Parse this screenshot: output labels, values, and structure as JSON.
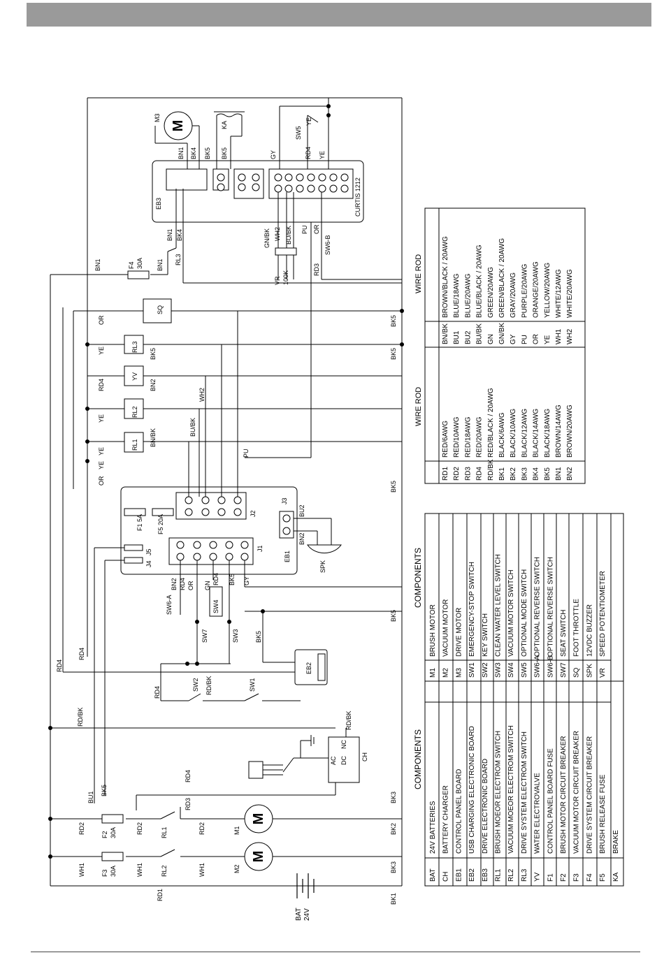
{
  "labels": {
    "bat": "BAT",
    "bat_voltage": "24V",
    "m1": "M1",
    "m2": "M2",
    "m3": "M3",
    "eb1": "EB1",
    "eb2": "EB2",
    "eb3": "EB3",
    "j1": "J1",
    "j2": "J2",
    "j3": "J3",
    "j4": "J4",
    "j5": "J5",
    "f1": "F1 5A",
    "f5": "F5 20A",
    "f2": "F2",
    "f2_rating": "30A",
    "f3": "F3",
    "f3_rating": "30A",
    "f4": "F4",
    "f4_rating": "30A",
    "ch": "CH",
    "ac": "AC",
    "dc": "DC",
    "nc": "NC",
    "rl1": "RL1",
    "rl2": "RL2",
    "rl3": "RL3",
    "yv": "YV",
    "sq": "SQ",
    "ka": "KA",
    "spk": "SPK",
    "sw1": "SW1",
    "sw2": "SW2",
    "sw3": "SW3",
    "sw4": "SW4",
    "sw5": "SW5",
    "sw6a": "SW6-A",
    "sw6b": "SW6-B",
    "sw7": "SW7",
    "vr": "VR",
    "vr_value": "100K",
    "curtis": "CURTIS 1212",
    "motor_symbol": "M"
  },
  "wires": {
    "rd1": "RD1",
    "rd2": "RD2",
    "rd3": "RD3",
    "rd4": "RD4",
    "rdbk": "RD/BK",
    "bk1": "BK1",
    "bk2": "BK2",
    "bk3": "BK3",
    "bk4": "BK4",
    "bk5": "BK5",
    "bu1": "BU1",
    "bu2": "BU2",
    "bubk": "BU/BK",
    "bn1": "BN1",
    "bn2": "BN2",
    "bnbk": "BN/BK",
    "wh1": "WH1",
    "wh2": "WH2",
    "ye": "YE",
    "or": "OR",
    "gy": "GY",
    "pu": "PU",
    "gn": "GN",
    "gnbk": "GN/BK"
  },
  "components_table": {
    "title": "COMPONENTS",
    "rows": [
      [
        "BAT",
        "24V BATTERIES"
      ],
      [
        "CH",
        "BATTERY CHARGER"
      ],
      [
        "EB1",
        "CONTROL PANEL BOARD"
      ],
      [
        "EB2",
        "USB CHARGING ELECTRONIC BOARD"
      ],
      [
        "EB3",
        "DRIVE ELECTRONIC BOARD"
      ],
      [
        "RL1",
        "BRUSH MOEOR ELECTROM SWITCH"
      ],
      [
        "RL2",
        "VACUUM MOEOR ELECTROM SWITCH"
      ],
      [
        "RL3",
        "DRIVE SYSTEM ELECTROM SWITCH"
      ],
      [
        "YV",
        "WATER ELECTROVALVE"
      ],
      [
        "F1",
        "CONTROL PANEL BOARD  FUSE"
      ],
      [
        "F2",
        "BRUSH MOTOR CIRCUIT BREAKER"
      ],
      [
        "F3",
        "VACUUM MOTOR CIRCUIT BREAKER"
      ],
      [
        "F4",
        "DRIVE SYSTEM CIRCUIT BREAKER"
      ],
      [
        "F5",
        "BRUSH RELEASE FUSE"
      ],
      [
        "KA",
        "BRAKE"
      ]
    ]
  },
  "components_table_2": {
    "title": "COMPONENTS",
    "rows": [
      [
        "M1",
        "BRUSH MOTOR"
      ],
      [
        "M2",
        "VACUUM MOTOR"
      ],
      [
        "M3",
        "DRIVE MOTOR"
      ],
      [
        "SW1",
        "EMERGENCY-STOP SWITCH"
      ],
      [
        "SW2",
        "KEY SWITCH"
      ],
      [
        "SW3",
        "CLEAN WATER LEVEL SWITCH"
      ],
      [
        "SW4",
        "VACUUM MOTOR SWITCH"
      ],
      [
        "SW5",
        "OPTIONAL MODE SWITCH"
      ],
      [
        "SW6-A",
        "OPTIONAL REVERSE SWITCH"
      ],
      [
        "SW6-B",
        "OPTIONAL REVERSE SWITCH"
      ],
      [
        "SW7",
        "SEAT SWITCH"
      ],
      [
        "SQ",
        "FOOT THROTTLE"
      ],
      [
        "SPK",
        "12VDC BUZZER"
      ],
      [
        "VR",
        "SPEED POTENTIOMETER"
      ]
    ]
  },
  "wire_table": {
    "title": "WIRE ROD",
    "rows": [
      [
        "RD1",
        "RED/6AWG"
      ],
      [
        "RD2",
        "RED/10AWG"
      ],
      [
        "RD3",
        "RED/18AWG"
      ],
      [
        "RD4",
        "RED/20AWG"
      ],
      [
        "RD/BK",
        "RED/BLACK / 20AWG"
      ],
      [
        "BK1",
        "BLACK/6AWG"
      ],
      [
        "BK2",
        "BLACK/10AWG"
      ],
      [
        "BK3",
        "BLACK/12AWG"
      ],
      [
        "BK4",
        "BLACK/14AWG"
      ],
      [
        "BK5",
        "BLACK/18AWG"
      ],
      [
        "BN1",
        "BROWN/14AWG"
      ],
      [
        "BN2",
        "BROWN/20AWG"
      ]
    ]
  },
  "wire_table_2": {
    "title": "WIRE ROD",
    "rows": [
      [
        "BN/BK",
        "BROWN/BLACK / 20AWG"
      ],
      [
        "BU1",
        "BLUE/18AWG"
      ],
      [
        "BU2",
        "BLUE/20AWG"
      ],
      [
        "BU/BK",
        "BLUE/BLACK / 20AWG"
      ],
      [
        "GN",
        "GREEN/20AWG"
      ],
      [
        "GN/BK",
        "GREEN/BLACK / 20AWG"
      ],
      [
        "GY",
        "GRAY/20AWG"
      ],
      [
        "PU",
        "PURPLE/20AWG"
      ],
      [
        "OR",
        "ORANGE/20AWG"
      ],
      [
        "YE",
        "YELLOW/20AWG"
      ],
      [
        "WH1",
        "WHITE/12AWG"
      ],
      [
        "WH2",
        "WHITE/20AWG"
      ]
    ]
  }
}
